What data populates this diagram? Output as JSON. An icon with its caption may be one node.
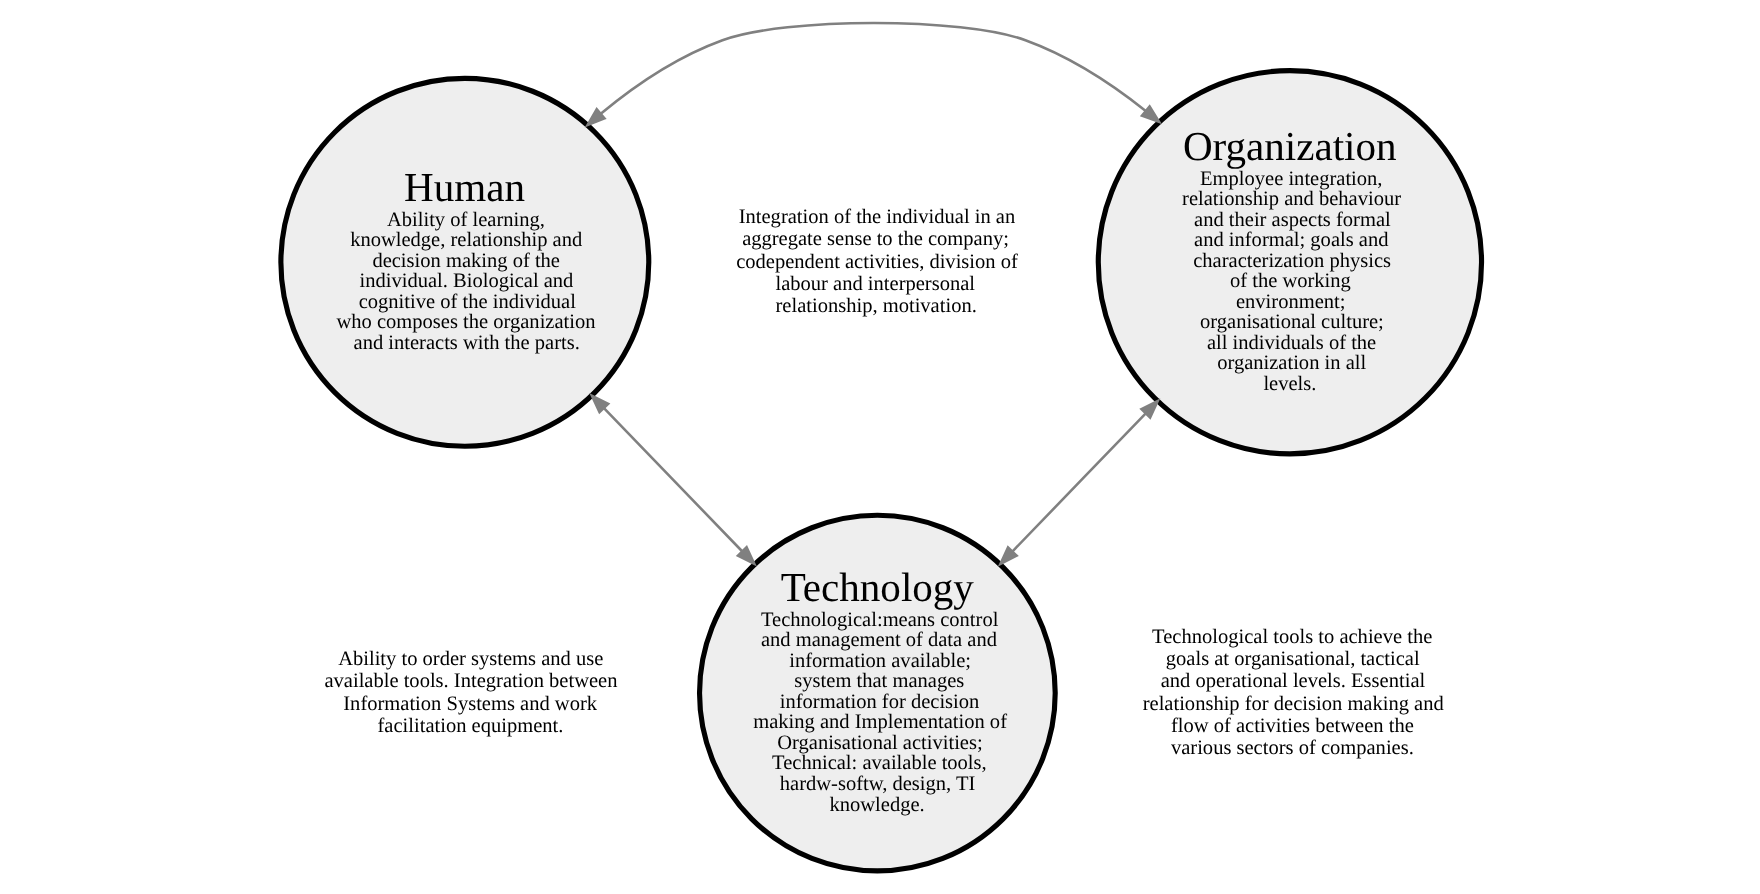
{
  "diagram": {
    "nodes": [
      {
        "text": [
          "Human",
          "Ability of learning, knowledge, relationship and decision making of the individual. Biological and cognitive of the individual who composes the organization and interacts with the parts."
        ]
      },
      {
        "text": [
          "Organization",
          "Employee integration, relationship and behaviour and their aspects formal and informal; goals and characterization physics of the working environment; organisational culture; all individuals of the organization in all levels."
        ]
      },
      {
        "text": [
          "Technology",
          "Technological:means control and management of data and information available; system that manages information for decision making and Implementation of Organisational activities; Technical: available tools, hardw-softw, design, TI knowledge."
        ]
      }
    ],
    "edges": [
      {
        "from": 0,
        "to": 1,
        "arrow": "both"
      },
      {
        "from": 0,
        "to": 2,
        "arrow": "both"
      },
      {
        "from": 2,
        "to": 1,
        "arrow": "both"
      }
    ],
    "labels": [
      "Integration of the individual in an aggregate sense to the company; codependent activities, division of labour and interpersonal relationship, motivation.",
      "Ability to order systems and use available tools. Integration between Information Systems and work facilitation equipment.",
      "Technological tools to achieve the goals at organisational, tactical and operational levels. Essential relationship for decision making and flow of activities between the various sectors of companies."
    ]
  }
}
